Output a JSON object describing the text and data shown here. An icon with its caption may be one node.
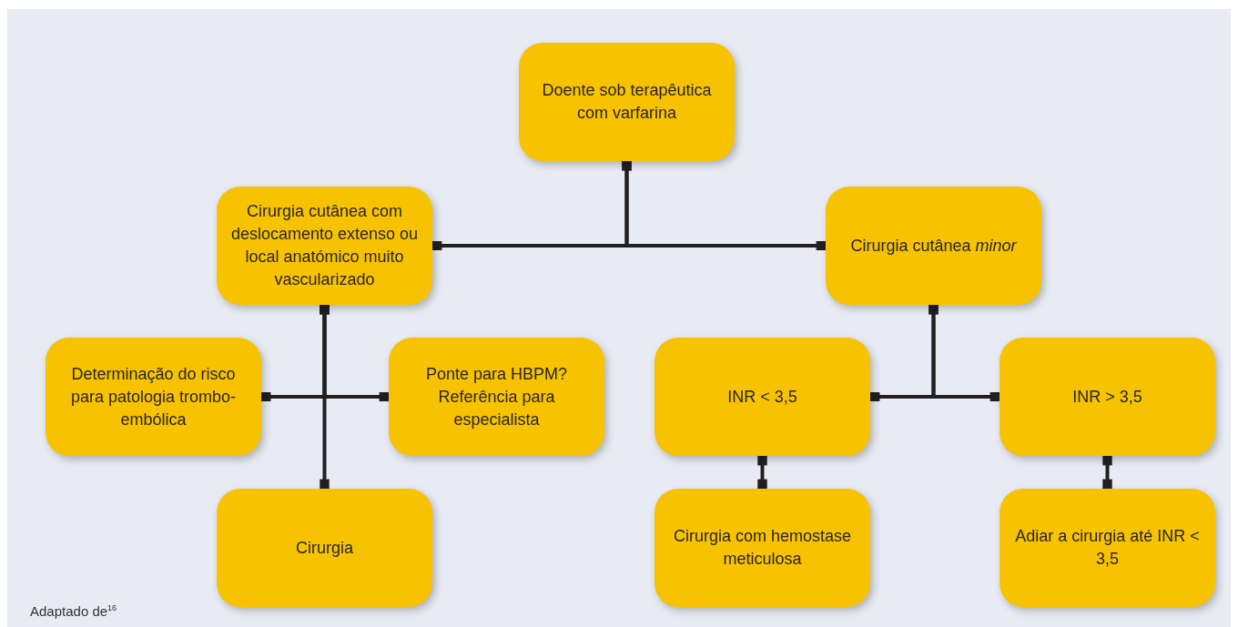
{
  "diagram": {
    "nodes": [
      {
        "text": [
          "Doente sob terapêutica com varfarina"
        ]
      },
      {
        "text": [
          "Cirurgia cutânea com deslocamento extenso ou local anatómico muito vascularizado"
        ]
      },
      {
        "text": [
          "Cirurgia cutânea *minor*"
        ]
      },
      {
        "text": [
          "Determinação do risco para patologia trombo-embólica"
        ]
      },
      {
        "text": [
          "Ponte para HBPM? Referência para especialista"
        ]
      },
      {
        "text": [
          "Cirurgia"
        ]
      },
      {
        "text": [
          "INR < 3,5"
        ]
      },
      {
        "text": [
          "INR > 3,5"
        ]
      },
      {
        "text": [
          "Cirurgia com hemostase meticulosa"
        ]
      },
      {
        "text": [
          "Adiar a cirurgia até INR < 3,5"
        ]
      }
    ],
    "edges": [
      {
        "from": 0,
        "to": 1,
        "arrow": "other"
      },
      {
        "from": 0,
        "to": 2,
        "arrow": "other"
      },
      {
        "from": 1,
        "to": 3,
        "arrow": "other"
      },
      {
        "from": 1,
        "to": 4,
        "arrow": "other"
      },
      {
        "from": 1,
        "to": 5,
        "arrow": "other"
      },
      {
        "from": 2,
        "to": 6,
        "arrow": "other"
      },
      {
        "from": 2,
        "to": 7,
        "arrow": "other"
      },
      {
        "from": 6,
        "to": 8,
        "arrow": "other"
      },
      {
        "from": 7,
        "to": 9,
        "arrow": "other"
      }
    ],
    "labels": [
      "Adaptado de$^{16}$"
    ]
  }
}
